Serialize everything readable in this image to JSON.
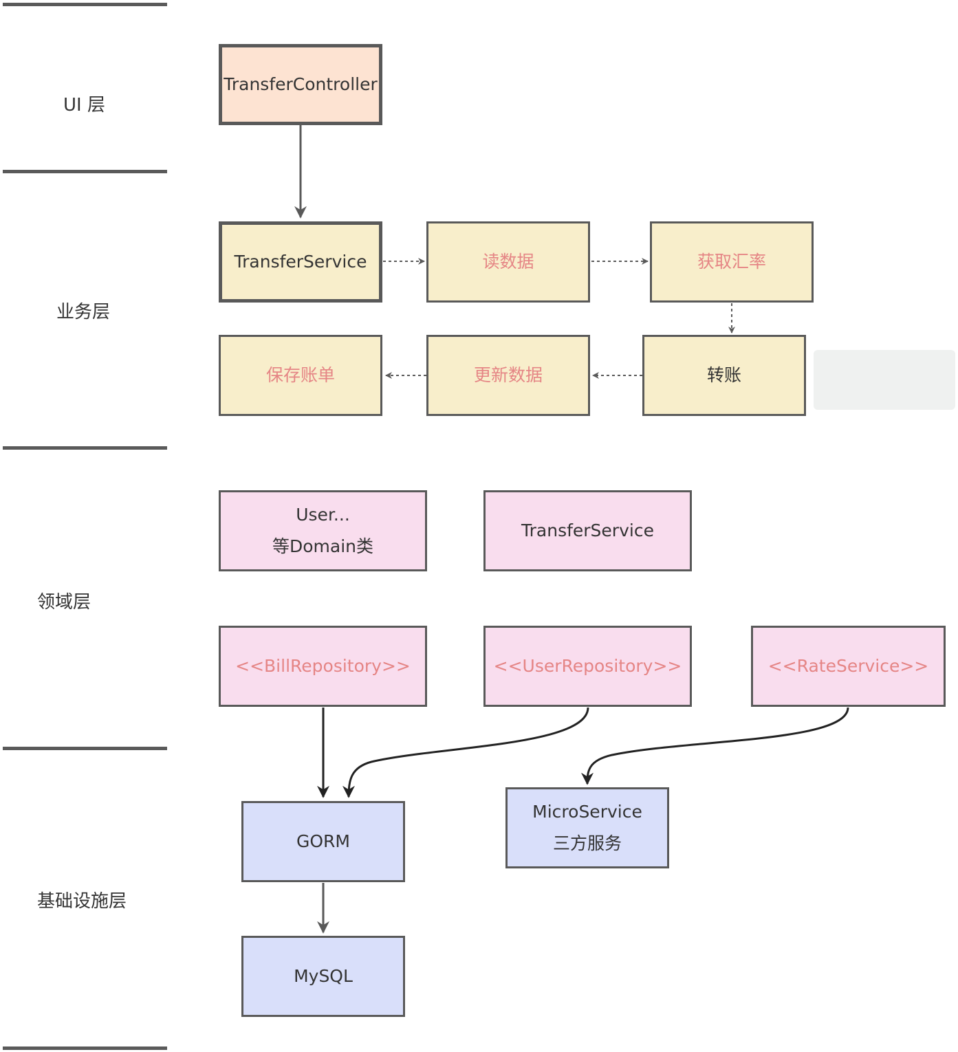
{
  "layers": {
    "ui": "UI 层",
    "business": "业务层",
    "domain": "领域层",
    "infrastructure": "基础设施层"
  },
  "nodes": {
    "transfer_controller": "TransferController",
    "biz_transfer_service": "TransferService",
    "read_data": "读数据",
    "get_rate": "获取汇率",
    "transfer": "转账",
    "update_data": "更新数据",
    "save_bill": "保存账单",
    "user_domain_line1": "User...",
    "user_domain_line2": "等Domain类",
    "domain_transfer_service": "TransferService",
    "bill_repository": "<<BillRepository>>",
    "user_repository": "<<UserRepository>>",
    "rate_service": "<<RateService>>",
    "gorm": "GORM",
    "mysql": "MySQL",
    "microservice_line1": "MicroService",
    "microservice_line2": "三方服务"
  },
  "colors": {
    "ui_fill": "#fde3d2",
    "business_fill": "#f8eecb",
    "domain_fill": "#f9ddee",
    "infrastructure_fill": "#d9dffa",
    "highlight_text": "#e58585",
    "border": "#595959"
  }
}
